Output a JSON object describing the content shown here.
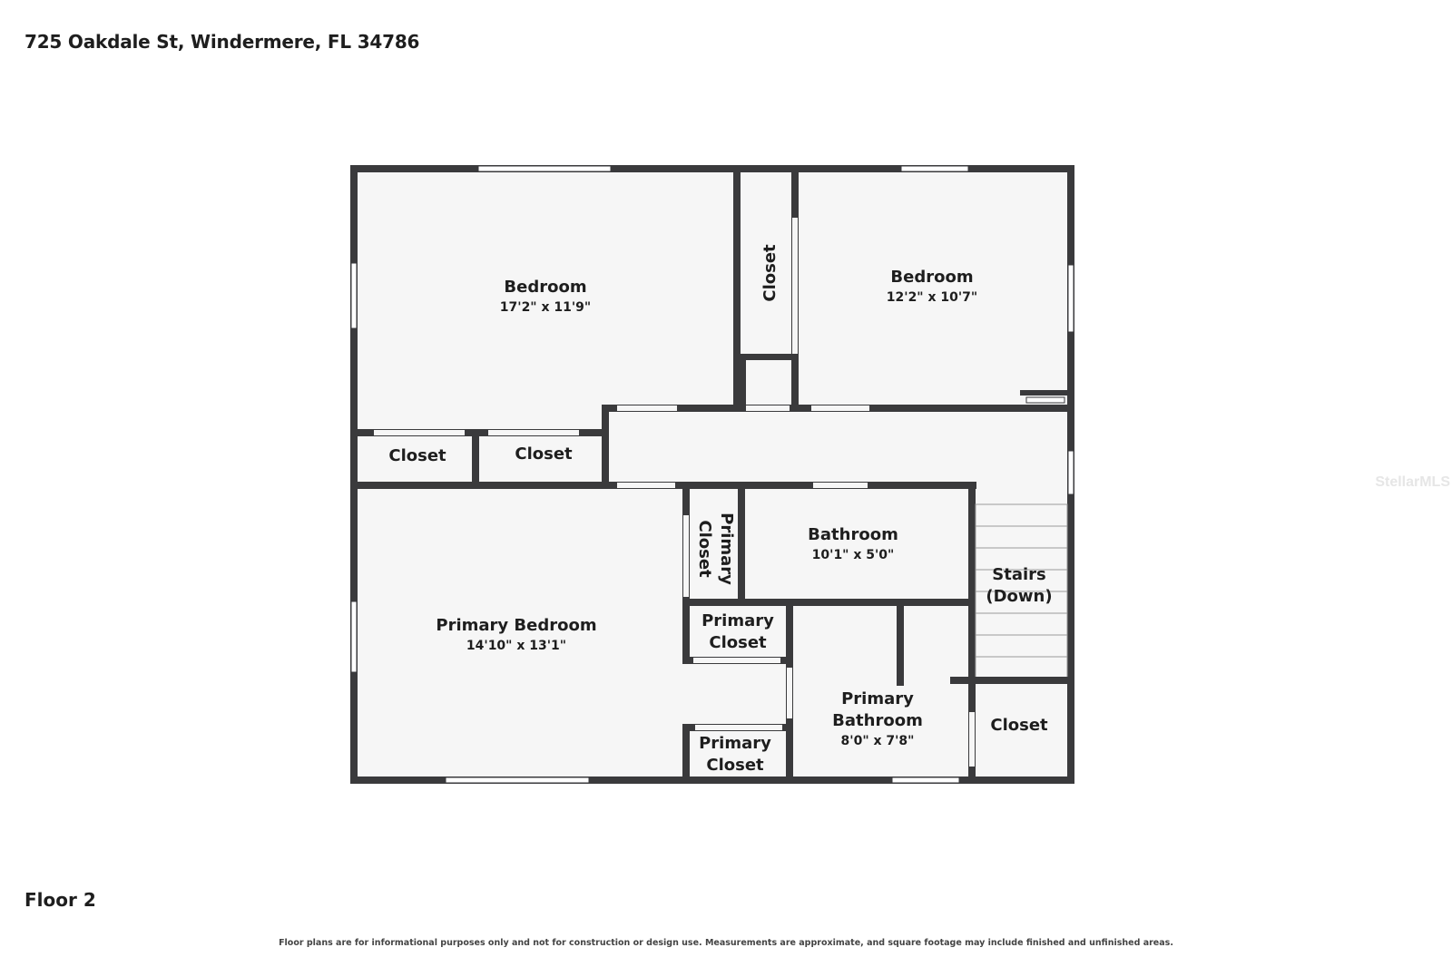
{
  "address": "725 Oakdale St, Windermere, FL 34786",
  "floor_label": "Floor 2",
  "disclaimer": "Floor plans are for informational purposes only and not for construction or design use. Measurements are approximate, and square footage may include finished and unfinished areas.",
  "watermark": "StellarMLS",
  "rooms": {
    "bedroom_1": {
      "name": "Bedroom",
      "dims": "17'2\" x 11'9\""
    },
    "bedroom_2": {
      "name": "Bedroom",
      "dims": "12'2\" x 10'7\""
    },
    "closet_top": {
      "name": "Closet"
    },
    "closet_left_1": {
      "name": "Closet"
    },
    "closet_left_2": {
      "name": "Closet"
    },
    "primary_closet_vertical": {
      "line1": "Primary",
      "line2": "Closet"
    },
    "bathroom": {
      "name": "Bathroom",
      "dims": "10'1\" x 5'0\""
    },
    "stairs": {
      "line1": "Stairs",
      "line2": "(Down)"
    },
    "primary_bedroom": {
      "name": "Primary Bedroom",
      "dims": "14'10\" x 13'1\""
    },
    "primary_closet_mid": {
      "line1": "Primary",
      "line2": "Closet"
    },
    "primary_closet_low": {
      "line1": "Primary",
      "line2": "Closet"
    },
    "primary_bathroom": {
      "line1": "Primary",
      "line2": "Bathroom",
      "dims": "8'0\" x 7'8\""
    },
    "closet_right": {
      "name": "Closet"
    }
  }
}
